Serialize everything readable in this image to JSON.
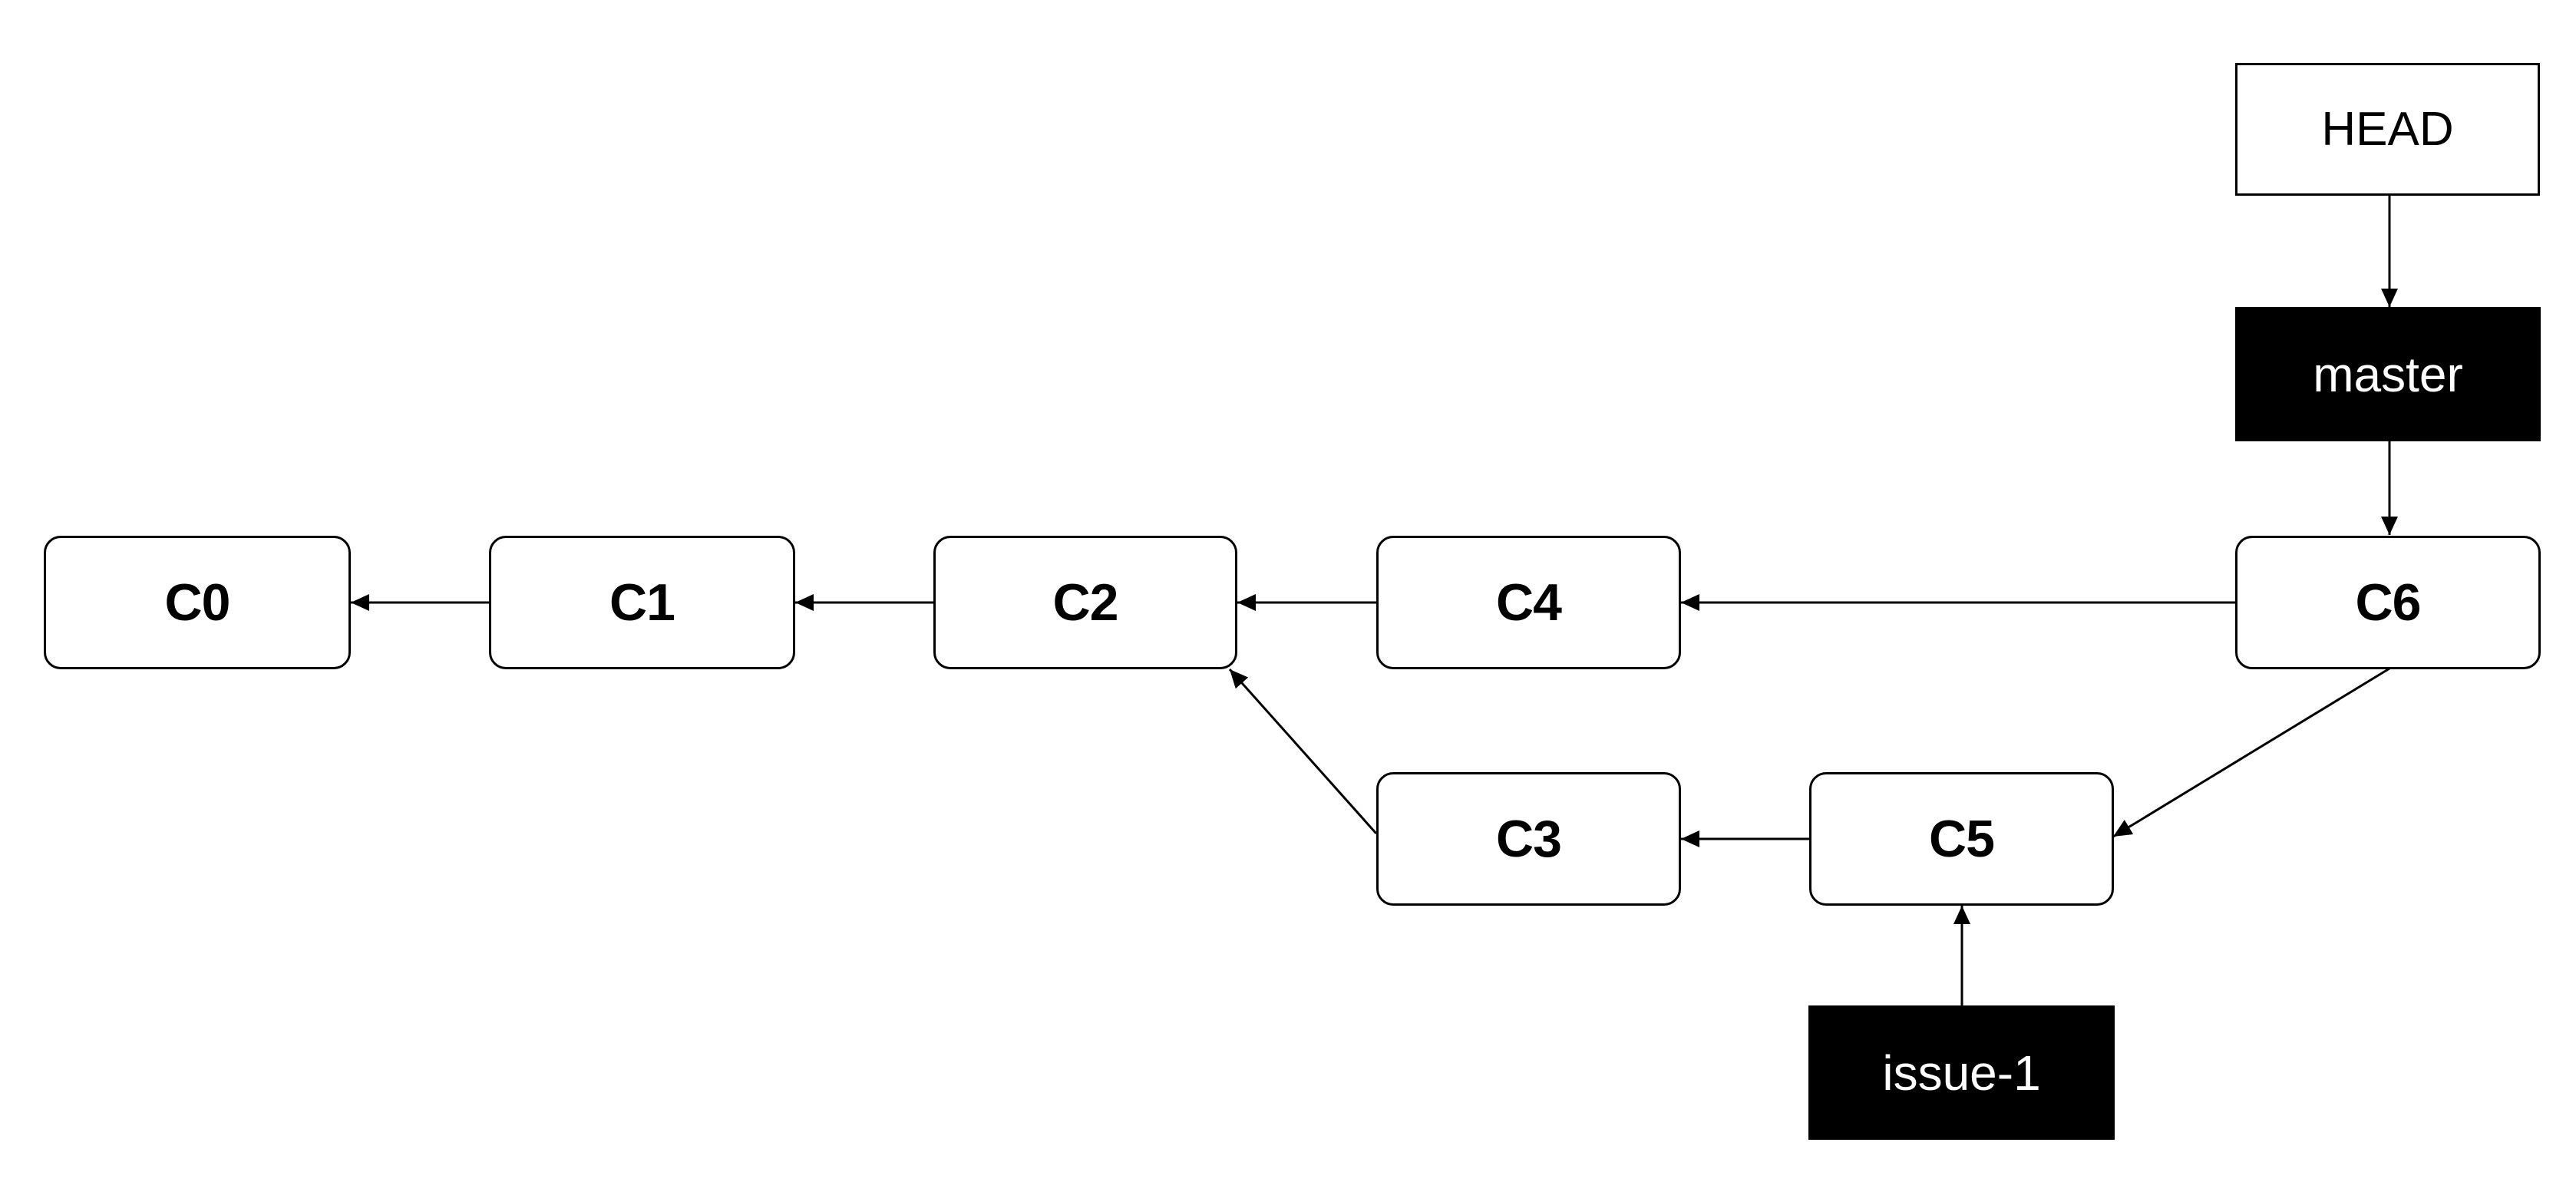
{
  "pointers": {
    "head": "HEAD"
  },
  "branches": {
    "master": "master",
    "issue_1": "issue-1"
  },
  "commits": {
    "c0": "C0",
    "c1": "C1",
    "c2": "C2",
    "c3": "C3",
    "c4": "C4",
    "c5": "C5",
    "c6": "C6"
  },
  "edges": [
    {
      "from": "HEAD",
      "to": "master"
    },
    {
      "from": "master",
      "to": "C6"
    },
    {
      "from": "C6",
      "to": "C4"
    },
    {
      "from": "C6",
      "to": "C5"
    },
    {
      "from": "C4",
      "to": "C2"
    },
    {
      "from": "C5",
      "to": "C3"
    },
    {
      "from": "issue-1",
      "to": "C5"
    },
    {
      "from": "C3",
      "to": "C2"
    },
    {
      "from": "C2",
      "to": "C1"
    },
    {
      "from": "C1",
      "to": "C0"
    }
  ],
  "colors": {
    "stroke": "#000000",
    "branch_fill": "#000000",
    "branch_text": "#ffffff",
    "node_fill": "#ffffff"
  }
}
